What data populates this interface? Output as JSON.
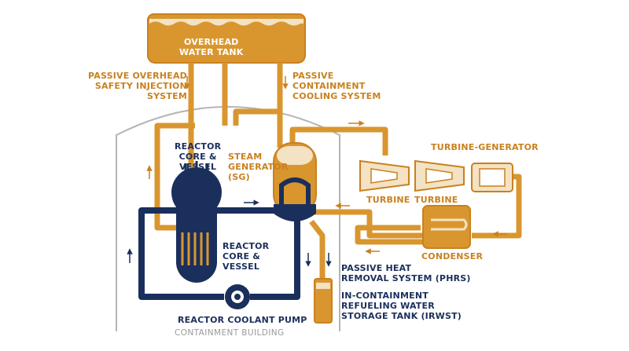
{
  "labels": {
    "overhead_tank": "OVERHEAD\nWATER TANK",
    "passive_safety_injection": "PASSIVE OVERHEAD\nSAFETY INJECTION\nSYSTEM",
    "passive_containment_cooling": "PASSIVE\nCONTAINMENT\nCOOLING SYSTEM",
    "reactor_core_top": "REACTOR\nCORE &\nVESSEL",
    "steam_generator": "STEAM\nGENERATOR\n(SG)",
    "turbine_generator": "TURBINE-GENERATOR",
    "turbine_1": "TURBINE",
    "turbine_2": "TURBINE",
    "reactor_core_bottom": "REACTOR\nCORE &\nVESSEL",
    "condenser": "CONDENSER",
    "phrs": "PASSIVE HEAT\nREMOVAL SYSTEM (PHRS)",
    "irwst": "IN-CONTAINMENT\nREFUELING WATER\nSTORAGE TANK (IRWST)",
    "coolant_pump": "REACTOR COOLANT PUMP",
    "containment_building": "CONTAINMENT BUILDING"
  },
  "colors": {
    "orange": "#d9962f",
    "orange_dark": "#c9811f",
    "orange_light": "#f4d49a",
    "tan": "#f3e2c3",
    "navy": "#1b2f5c",
    "grey": "#b5b5b5"
  }
}
